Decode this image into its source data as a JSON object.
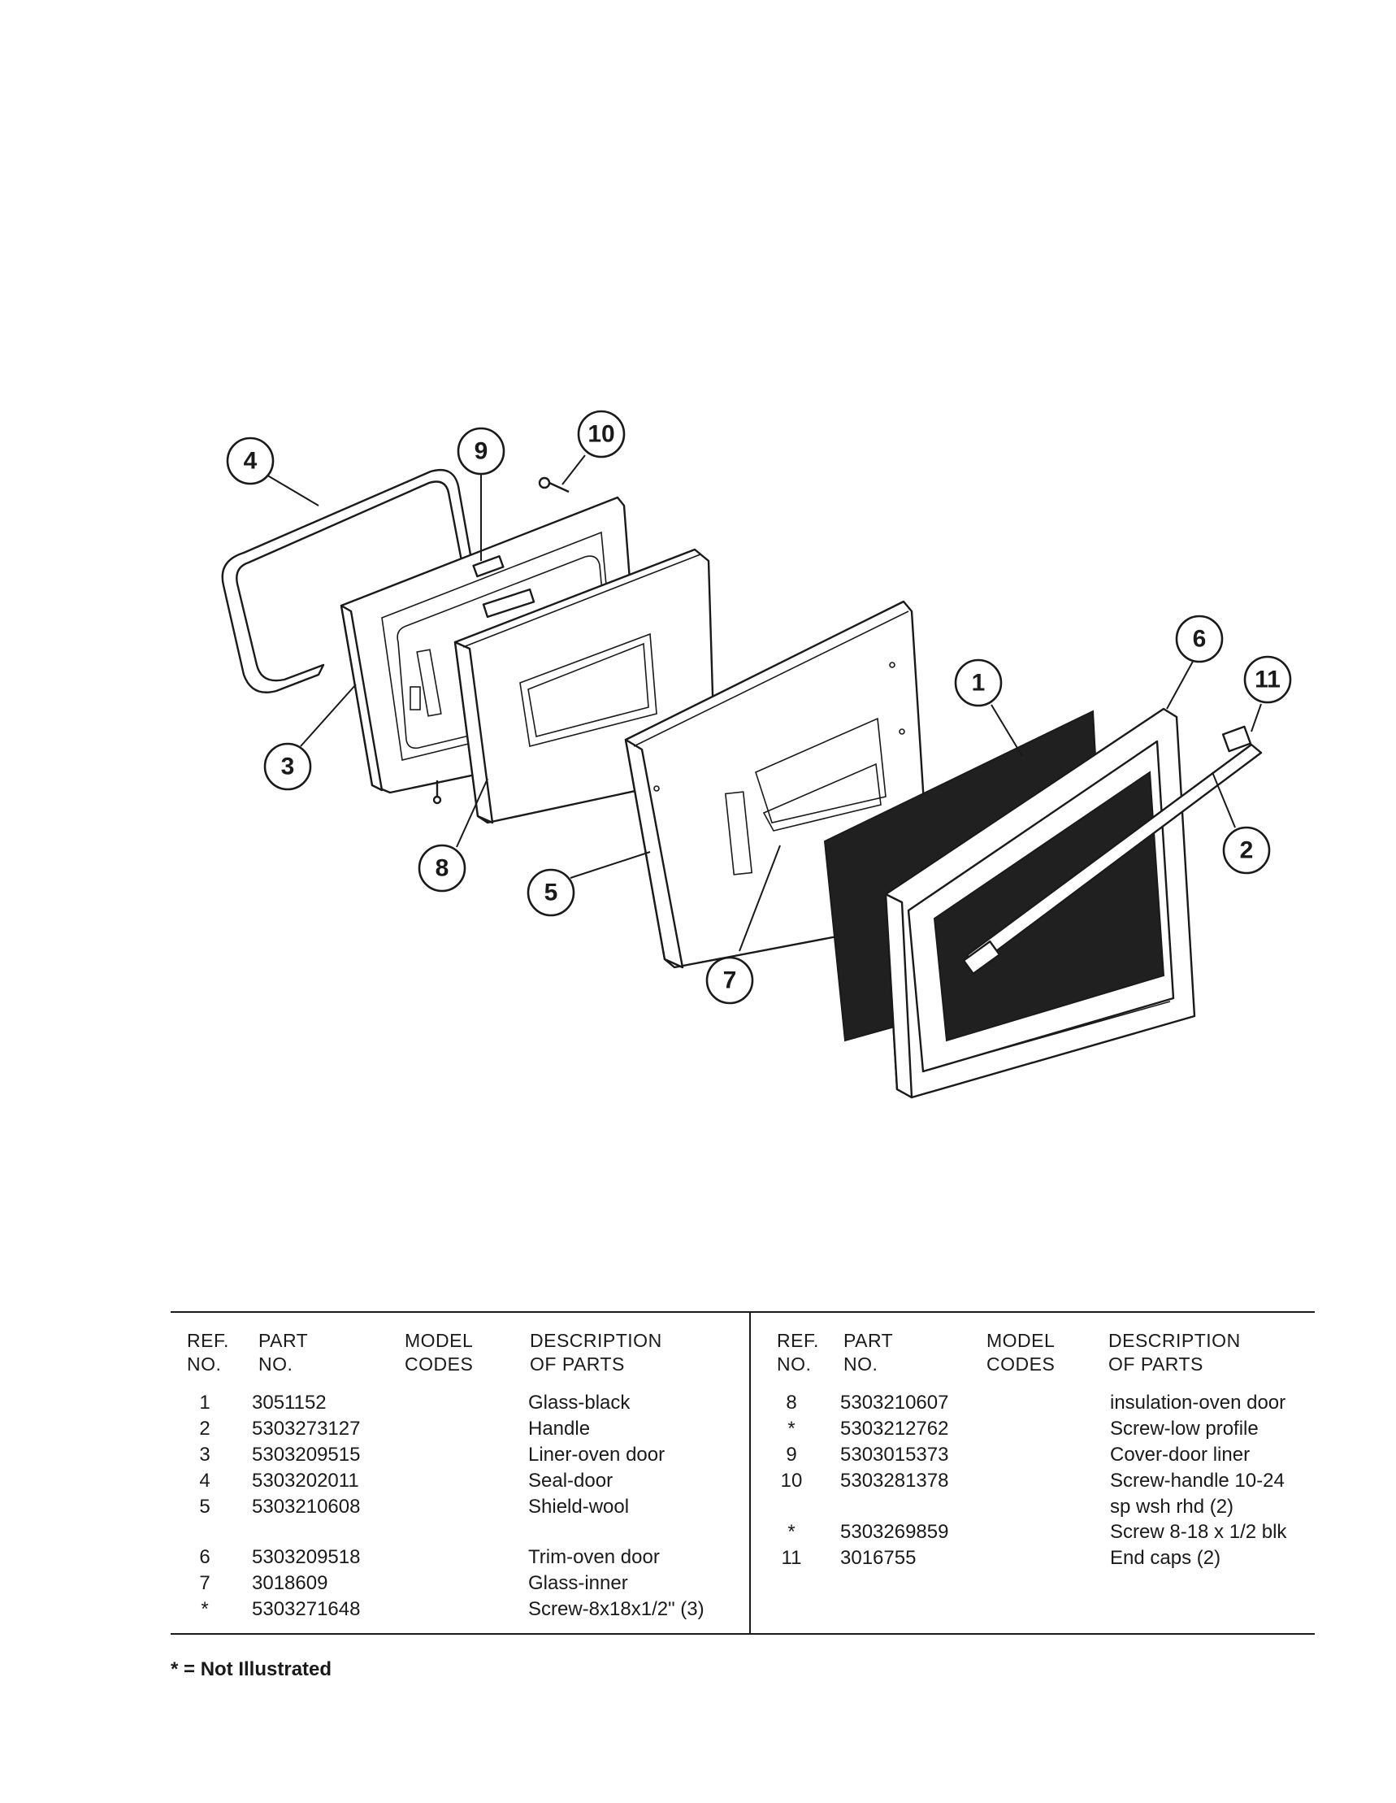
{
  "callouts": [
    {
      "label": "1"
    },
    {
      "label": "2"
    },
    {
      "label": "3"
    },
    {
      "label": "4"
    },
    {
      "label": "5"
    },
    {
      "label": "6"
    },
    {
      "label": "7"
    },
    {
      "label": "8"
    },
    {
      "label": "9"
    },
    {
      "label": "10"
    },
    {
      "label": "11"
    }
  ],
  "table": {
    "headers": {
      "ref": "REF.\nNO.",
      "part": "PART\nNO.",
      "model": "MODEL\nCODES",
      "desc": "DESCRIPTION\nOF PARTS"
    },
    "left_rows": [
      {
        "ref": "1",
        "part": "3051152",
        "desc": "Glass-black"
      },
      {
        "ref": "2",
        "part": "5303273127",
        "desc": "Handle"
      },
      {
        "ref": "3",
        "part": "5303209515",
        "desc": "Liner-oven door"
      },
      {
        "ref": "4",
        "part": "5303202011",
        "desc": "Seal-door"
      },
      {
        "ref": "5",
        "part": "5303210608",
        "desc": "Shield-wool"
      },
      {
        "ref": "6",
        "part": "5303209518",
        "desc": "Trim-oven door"
      },
      {
        "ref": "7",
        "part": "3018609",
        "desc": "Glass-inner"
      },
      {
        "ref": "*",
        "part": "5303271648",
        "desc": "Screw-8x18x1/2\" (3)"
      }
    ],
    "right_rows": [
      {
        "ref": "8",
        "part": "5303210607",
        "desc": "insulation-oven door"
      },
      {
        "ref": "*",
        "part": "5303212762",
        "desc": "Screw-low profile"
      },
      {
        "ref": "9",
        "part": "5303015373",
        "desc": "Cover-door liner"
      },
      {
        "ref": "10",
        "part": "5303281378",
        "desc": "Screw-handle 10-24"
      },
      {
        "ref": "",
        "part": "",
        "desc": "sp wsh rhd (2)"
      },
      {
        "ref": "*",
        "part": "5303269859",
        "desc": "Screw 8-18 x 1/2 blk"
      },
      {
        "ref": "11",
        "part": "3016755",
        "desc": "End caps (2)"
      }
    ]
  },
  "footnote": "* = Not Illustrated"
}
